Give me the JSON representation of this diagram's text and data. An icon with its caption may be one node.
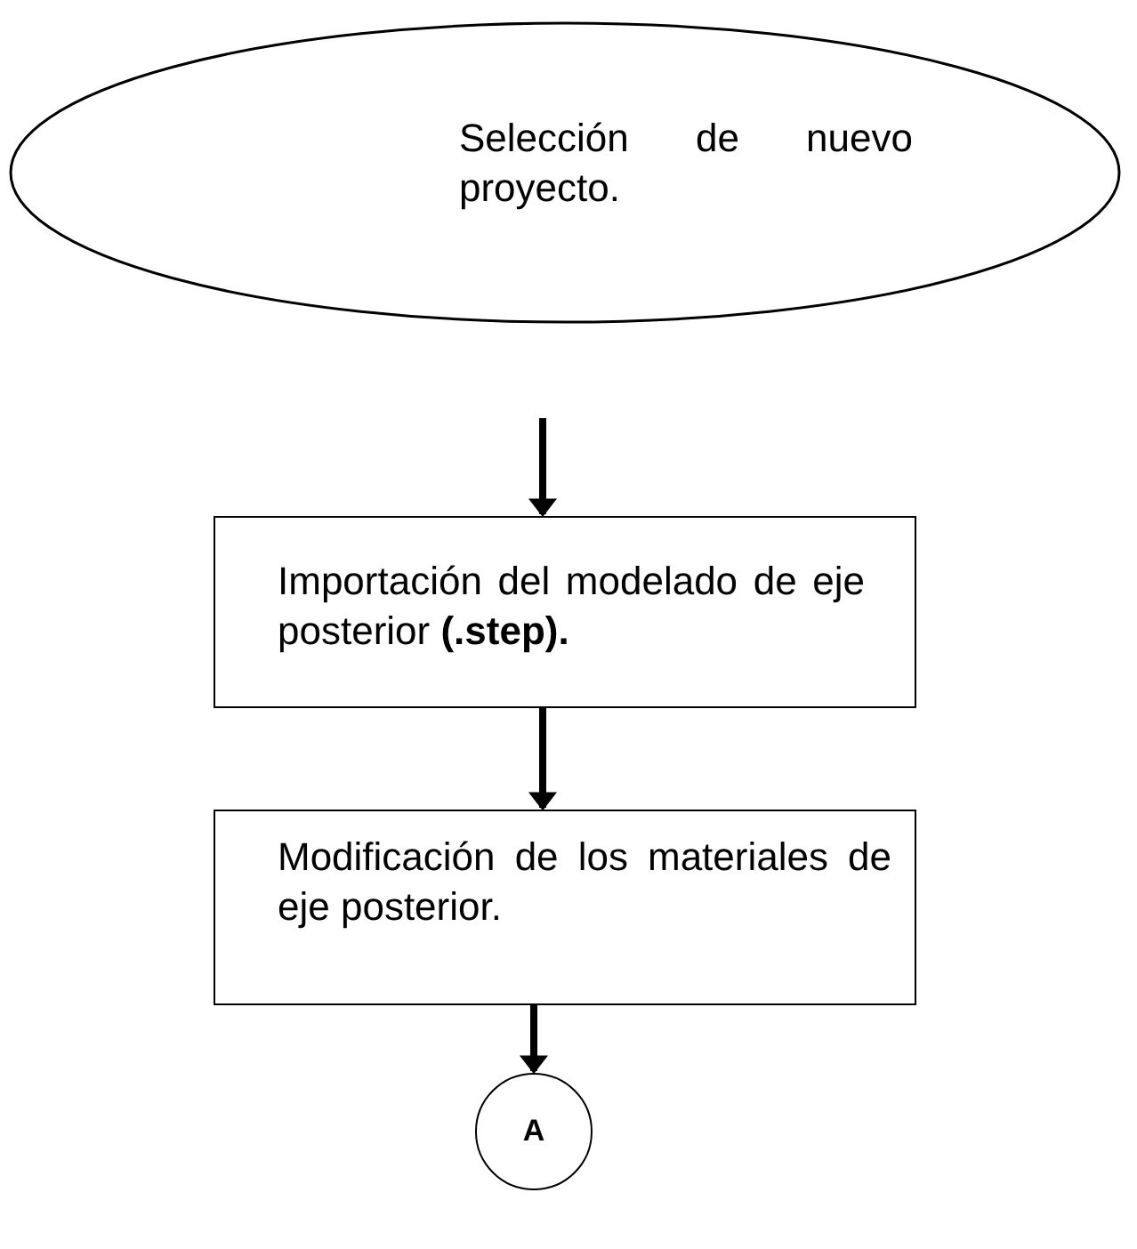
{
  "diagram": {
    "nodes": [
      {
        "text": [
          "Selección de nuevo proyecto."
        ]
      },
      {
        "text": [
          "Importación del modelado de eje posterior **(.step).**"
        ]
      },
      {
        "text": [
          "Modificación de los materiales de eje posterior."
        ]
      },
      {
        "text": [
          "A"
        ]
      }
    ],
    "edges": [
      {
        "from": 0,
        "to": 1,
        "arrow": "to"
      },
      {
        "from": 1,
        "to": 2,
        "arrow": "to"
      },
      {
        "from": 2,
        "to": 3,
        "arrow": "to"
      }
    ]
  }
}
